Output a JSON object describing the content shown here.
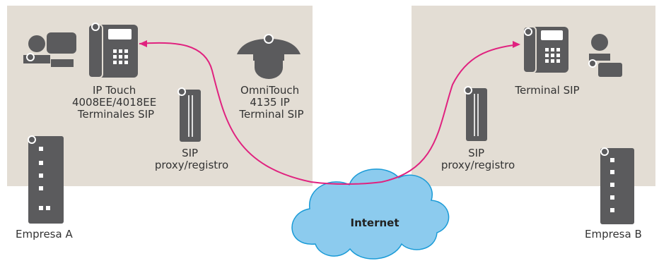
{
  "colors": {
    "panel": "#e3ddd4",
    "device": "#5b5b5d",
    "device_light": "#ffffff",
    "cloud": "#8ccbee",
    "cloud_stroke": "#1a9bd7",
    "link": "#e0227f"
  },
  "site_a": {
    "company_label": "Empresa A",
    "ip_touch_lines": [
      "IP Touch",
      "4008EE/4018EE",
      "Terminales SIP"
    ],
    "omnitouch_lines": [
      "OmniTouch",
      "4135 IP",
      "Terminal SIP"
    ],
    "proxy_lines": [
      "SIP",
      "proxy/registro"
    ]
  },
  "site_b": {
    "company_label": "Empresa B",
    "terminal_label": "Terminal SIP",
    "proxy_lines": [
      "SIP",
      "proxy/registro"
    ]
  },
  "cloud": {
    "label": "Internet"
  },
  "icons": {
    "user_a": "user-at-computer-icon",
    "phone_a": "desk-phone-icon",
    "conf_a": "conference-phone-icon",
    "proxy_a": "server-icon",
    "building_a": "building-icon",
    "phone_b": "desk-phone-icon",
    "user_b": "user-icon",
    "proxy_b": "server-icon",
    "building_b": "building-icon"
  }
}
